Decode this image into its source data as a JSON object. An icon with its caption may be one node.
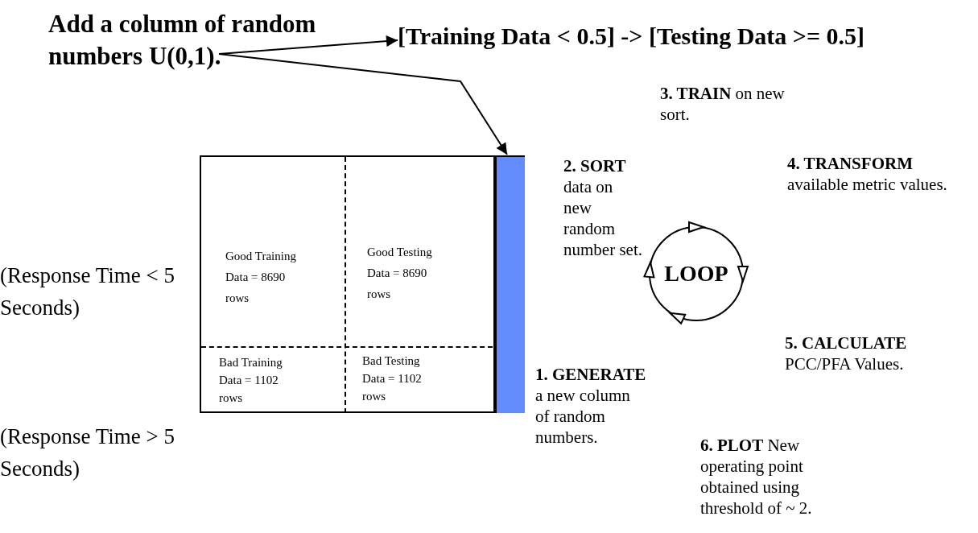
{
  "diagram": {
    "nodes": [
      {
        "text": [
          "Add a column of random numbers U(0,1)."
        ]
      },
      {
        "text": [
          "[Training Data < 0.5] -> [Testing Data >= 0.5]"
        ]
      },
      {
        "text": [],
        "shape": "box"
      },
      {
        "text": [
          "Good Training Data = 8690 rows"
        ],
        "in": 2
      },
      {
        "text": [
          "Good Testing Data = 8690 rows"
        ],
        "in": 2
      },
      {
        "text": [
          "Bad Training Data = 1102 rows"
        ],
        "in": 2
      },
      {
        "text": [
          "Bad Testing Data = 1102 rows"
        ],
        "in": 2
      },
      {
        "text": [],
        "shape": "bar",
        "in": 2
      },
      {
        "text": [
          "LOOP"
        ]
      }
    ],
    "edges": [
      {
        "from": 0,
        "to": 1,
        "arrow": "to"
      },
      {
        "from": 0,
        "to": 7,
        "arrow": "to"
      }
    ],
    "labels": [
      "**3. TRAIN** on new sort.",
      "**2. SORT** data on new random number set.",
      "**4. TRANSFORM** available metric values.",
      "(Response Time < 5 Seconds)",
      "**5. CALCULATE** PCC/PFA Values.",
      "**1. GENERATE** a new column of random numbers.",
      "(Response Time > 5 Seconds)",
      "**6. PLOT** New operating point obtained using threshold of ~ 2."
    ]
  }
}
